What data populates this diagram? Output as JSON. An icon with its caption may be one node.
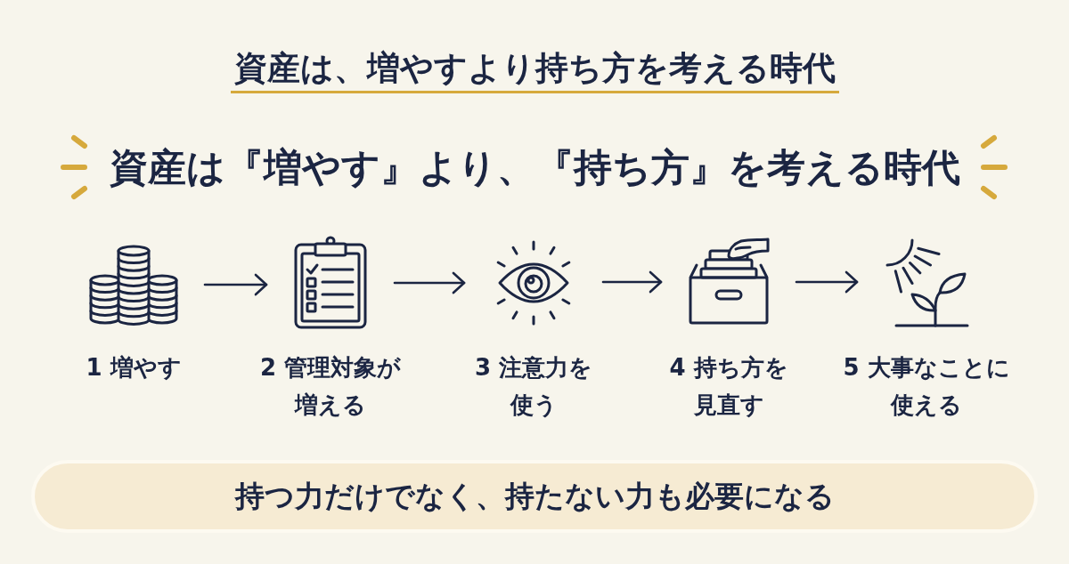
{
  "diagram": {
    "title": "資産は、増やすより持ち方を考える時代",
    "nodes": [
      {
        "text": [],
        "shape": "picture",
        "beside": [
          "1 増やす"
        ]
      },
      {
        "text": [],
        "shape": "picture",
        "beside": [
          "2 管理対象が増える"
        ]
      },
      {
        "text": [],
        "shape": "picture",
        "beside": [
          "3 注意力を使う"
        ]
      },
      {
        "text": [],
        "shape": "picture",
        "beside": [
          "4 持ち方を見直す"
        ]
      },
      {
        "text": [],
        "shape": "picture",
        "beside": [
          "5 大事なことに使える"
        ]
      },
      {
        "text": [
          "持つ力だけでなく、持たない力も必要になる"
        ]
      }
    ],
    "edges": [
      {
        "from": 0,
        "to": 1,
        "arrow": "to"
      },
      {
        "from": 1,
        "to": 2,
        "arrow": "to"
      },
      {
        "from": 2,
        "to": 3,
        "arrow": "to"
      },
      {
        "from": 3,
        "to": 4,
        "arrow": "to"
      }
    ],
    "labels": [
      "資産は『増やす』より、『持ち方』を考える時代"
    ]
  }
}
